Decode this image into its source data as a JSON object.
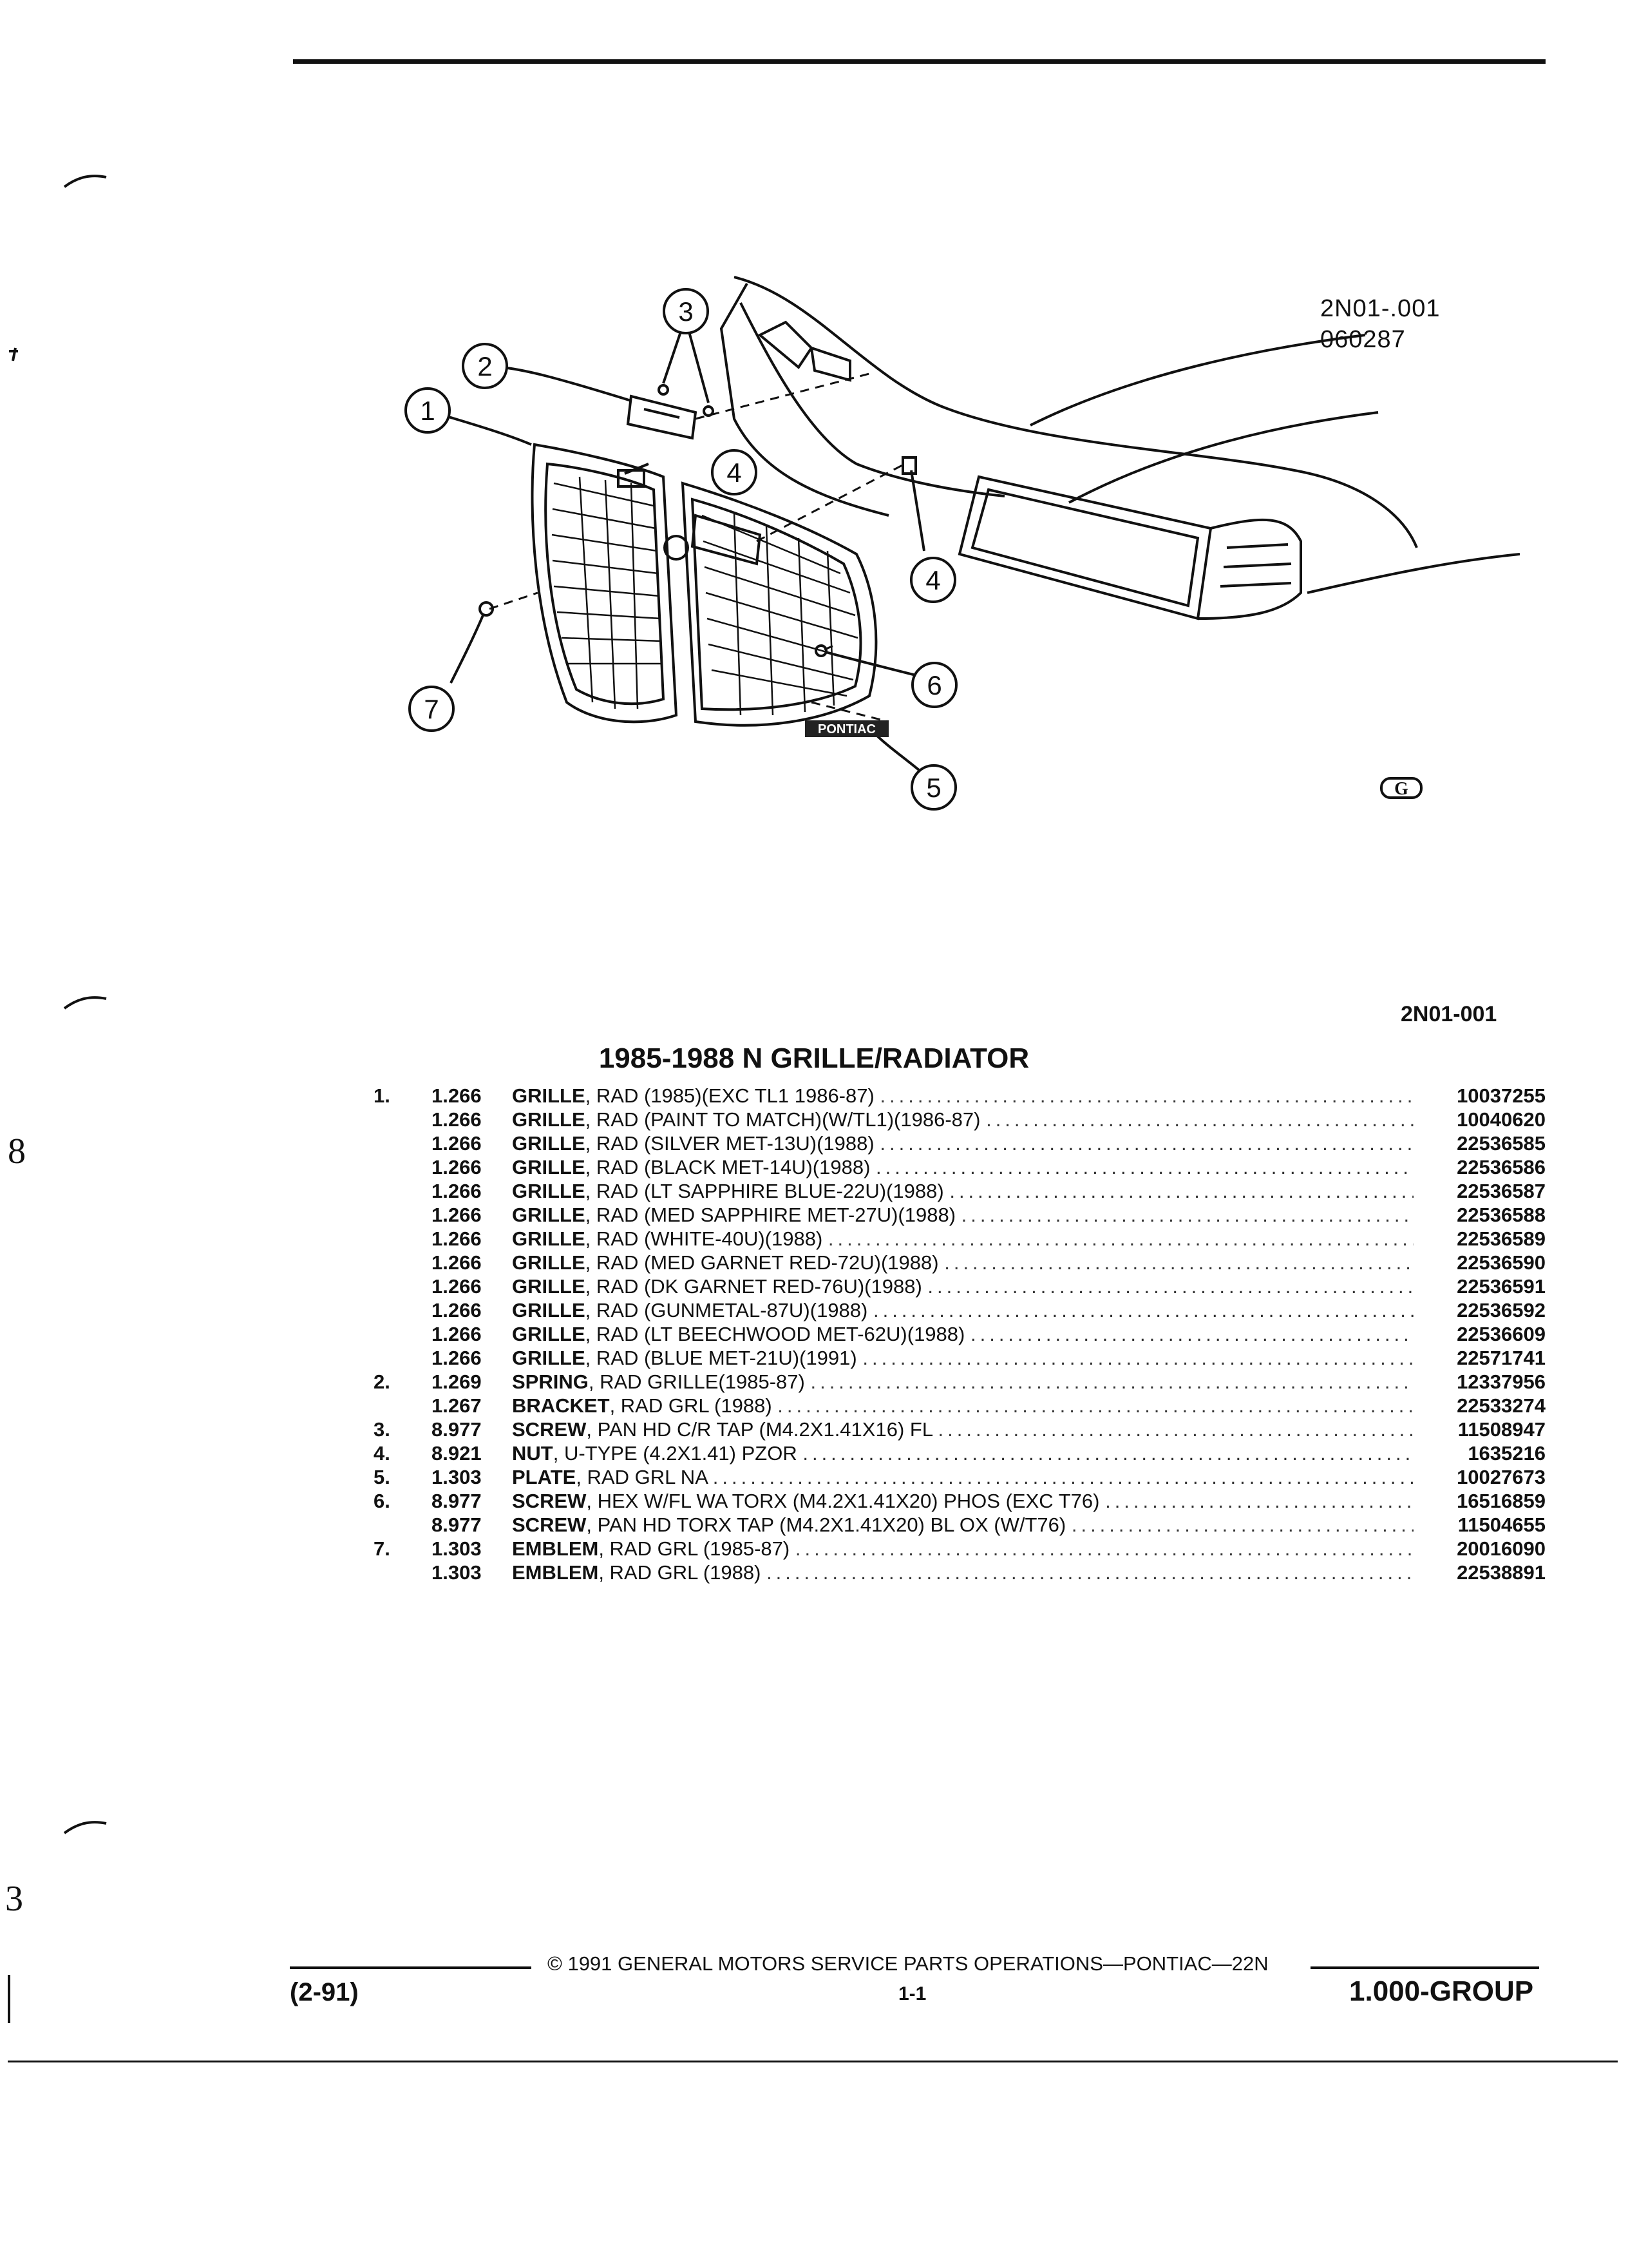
{
  "figure": {
    "code_line1": "2N01-.001",
    "code_line2": "060287",
    "emblem_text": "PONTIAC",
    "gm_logo_text": "G",
    "callouts": [
      "1",
      "2",
      "3",
      "4",
      "4",
      "5",
      "6",
      "7"
    ]
  },
  "page_code": "2N01-001",
  "title": "1985-1988 N GRILLE/RADIATOR",
  "parts": [
    {
      "num": "1.",
      "code": "1.266",
      "name": "GRILLE",
      "spec": ", RAD (1985)(EXC TL1 1986-87)",
      "pn": "10037255"
    },
    {
      "num": "",
      "code": "1.266",
      "name": "GRILLE",
      "spec": ", RAD (PAINT TO MATCH)(W/TL1)(1986-87)",
      "pn": "10040620"
    },
    {
      "num": "",
      "code": "1.266",
      "name": "GRILLE",
      "spec": ", RAD (SILVER MET-13U)(1988)",
      "pn": "22536585"
    },
    {
      "num": "",
      "code": "1.266",
      "name": "GRILLE",
      "spec": ", RAD (BLACK MET-14U)(1988)",
      "pn": "22536586"
    },
    {
      "num": "",
      "code": "1.266",
      "name": "GRILLE",
      "spec": ", RAD (LT SAPPHIRE BLUE-22U)(1988)",
      "pn": "22536587"
    },
    {
      "num": "",
      "code": "1.266",
      "name": "GRILLE",
      "spec": ", RAD (MED SAPPHIRE MET-27U)(1988)",
      "pn": "22536588"
    },
    {
      "num": "",
      "code": "1.266",
      "name": "GRILLE",
      "spec": ", RAD (WHITE-40U)(1988)",
      "pn": "22536589"
    },
    {
      "num": "",
      "code": "1.266",
      "name": "GRILLE",
      "spec": ", RAD (MED GARNET RED-72U)(1988)",
      "pn": "22536590"
    },
    {
      "num": "",
      "code": "1.266",
      "name": "GRILLE",
      "spec": ", RAD (DK GARNET RED-76U)(1988)",
      "pn": "22536591"
    },
    {
      "num": "",
      "code": "1.266",
      "name": "GRILLE",
      "spec": ", RAD (GUNMETAL-87U)(1988)",
      "pn": "22536592"
    },
    {
      "num": "",
      "code": "1.266",
      "name": "GRILLE",
      "spec": ", RAD (LT BEECHWOOD MET-62U)(1988)",
      "pn": "22536609"
    },
    {
      "num": "",
      "code": "1.266",
      "name": "GRILLE",
      "spec": ", RAD (BLUE MET-21U)(1991)",
      "pn": "22571741"
    },
    {
      "num": "2.",
      "code": "1.269",
      "name": "SPRING",
      "spec": ", RAD GRILLE(1985-87)",
      "pn": "12337956"
    },
    {
      "num": "",
      "code": "1.267",
      "name": "BRACKET",
      "spec": ", RAD GRL (1988)",
      "pn": "22533274"
    },
    {
      "num": "3.",
      "code": "8.977",
      "name": "SCREW",
      "spec": ", PAN HD C/R TAP (M4.2X1.41X16) FL",
      "pn": "11508947"
    },
    {
      "num": "4.",
      "code": "8.921",
      "name": "NUT",
      "spec": ", U-TYPE (4.2X1.41) PZOR",
      "pn": "1635216"
    },
    {
      "num": "5.",
      "code": "1.303",
      "name": "PLATE",
      "spec": ", RAD GRL NA",
      "pn": "10027673"
    },
    {
      "num": "6.",
      "code": "8.977",
      "name": "SCREW",
      "spec": ", HEX W/FL WA TORX (M4.2X1.41X20) PHOS (EXC T76)",
      "pn": "16516859"
    },
    {
      "num": "",
      "code": "8.977",
      "name": "SCREW",
      "spec": ", PAN HD TORX TAP (M4.2X1.41X20) BL OX (W/T76)",
      "pn": "11504655"
    },
    {
      "num": "7.",
      "code": "1.303",
      "name": "EMBLEM",
      "spec": ", RAD GRL (1985-87)",
      "pn": "20016090"
    },
    {
      "num": "",
      "code": "1.303",
      "name": "EMBLEM",
      "spec": ", RAD GRL (1988)",
      "pn": "22538891"
    }
  ],
  "footer": {
    "date": "(2-91)",
    "copyright": "© 1991 GENERAL MOTORS SERVICE PARTS OPERATIONS—PONTIAC—22N",
    "page": "1-1",
    "group": "1.000-GROUP"
  },
  "margin_marks": [
    "8",
    "3"
  ]
}
